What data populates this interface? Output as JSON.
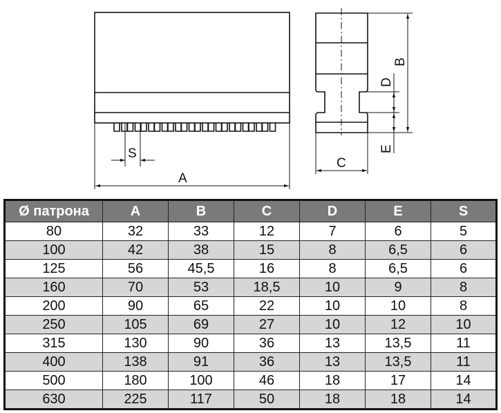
{
  "drawing": {
    "labels": {
      "A": "A",
      "S": "S",
      "B": "B",
      "C": "C",
      "D": "D",
      "E": "E"
    }
  },
  "table": {
    "headers": [
      "Ø патрона",
      "A",
      "B",
      "C",
      "D",
      "E",
      "S"
    ],
    "rows": [
      [
        "80",
        "32",
        "33",
        "12",
        "7",
        "6",
        "5"
      ],
      [
        "100",
        "42",
        "38",
        "15",
        "8",
        "6,5",
        "6"
      ],
      [
        "125",
        "56",
        "45,5",
        "16",
        "8",
        "6,5",
        "6"
      ],
      [
        "160",
        "70",
        "53",
        "18,5",
        "10",
        "9",
        "8"
      ],
      [
        "200",
        "90",
        "65",
        "22",
        "10",
        "10",
        "8"
      ],
      [
        "250",
        "105",
        "69",
        "27",
        "10",
        "12",
        "10"
      ],
      [
        "315",
        "130",
        "90",
        "36",
        "13",
        "13,5",
        "11"
      ],
      [
        "400",
        "138",
        "91",
        "36",
        "13",
        "13,5",
        "11"
      ],
      [
        "500",
        "180",
        "100",
        "46",
        "18",
        "17",
        "14"
      ],
      [
        "630",
        "225",
        "117",
        "50",
        "18",
        "18",
        "14"
      ]
    ]
  },
  "colors": {
    "header_bg": "#7a7a7a",
    "stripe": "#d6d6d6",
    "line": "#111111"
  }
}
